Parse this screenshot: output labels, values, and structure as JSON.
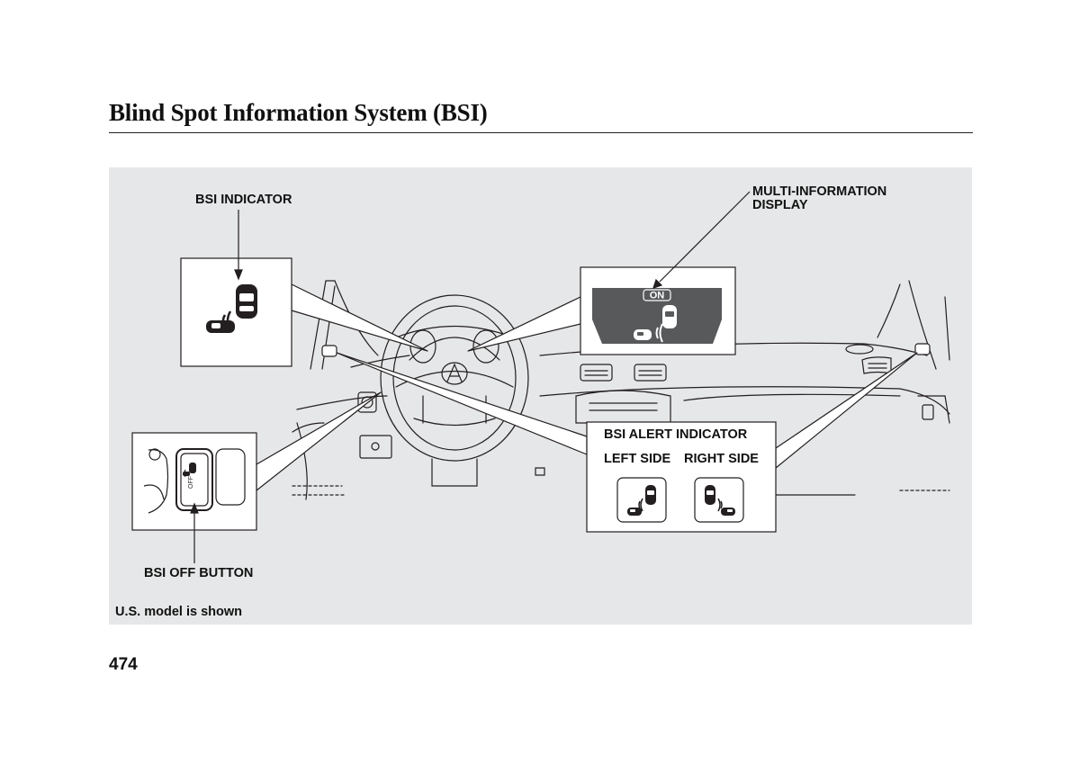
{
  "page": {
    "title": "Blind Spot Information System (BSI)",
    "page_number": "474"
  },
  "figure": {
    "labels": {
      "bsi_indicator": "BSI INDICATOR",
      "multi_info_line1": "MULTI-INFORMATION",
      "multi_info_line2": "DISPLAY",
      "bsi_alert_indicator": "BSI ALERT INDICATOR",
      "left_side": "LEFT SIDE",
      "right_side": "RIGHT SIDE",
      "bsi_off_button": "BSI OFF BUTTON",
      "note": "U.S. model is shown"
    },
    "display": {
      "on_text": "ON"
    },
    "button": {
      "off_text": "OFF"
    },
    "colors": {
      "figure_bg": "#e6e7e8",
      "display_bg": "#58595b",
      "line": "#231f20"
    }
  }
}
